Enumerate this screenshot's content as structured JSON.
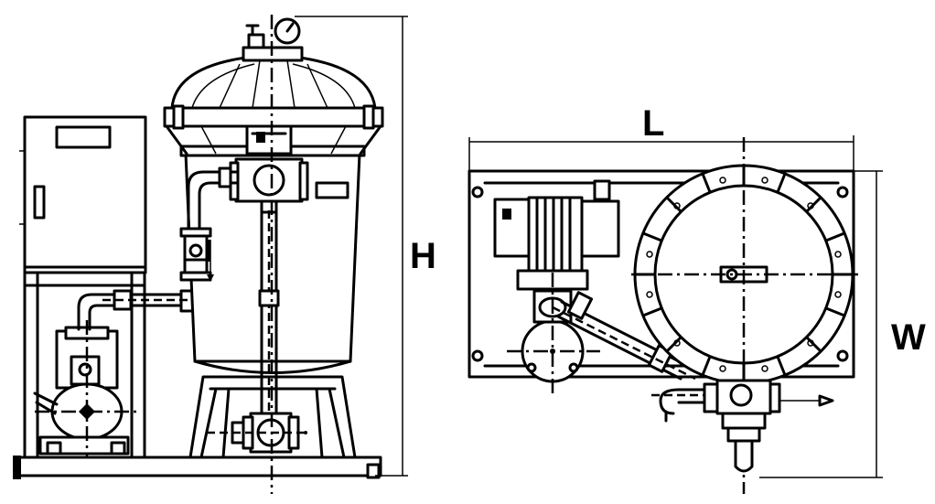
{
  "dimensions": {
    "height_label": "H",
    "length_label": "L",
    "width_label": "W"
  },
  "views": [
    "front-elevation",
    "top-plan"
  ],
  "colors": {
    "line": "#000000",
    "background": "#ffffff"
  }
}
